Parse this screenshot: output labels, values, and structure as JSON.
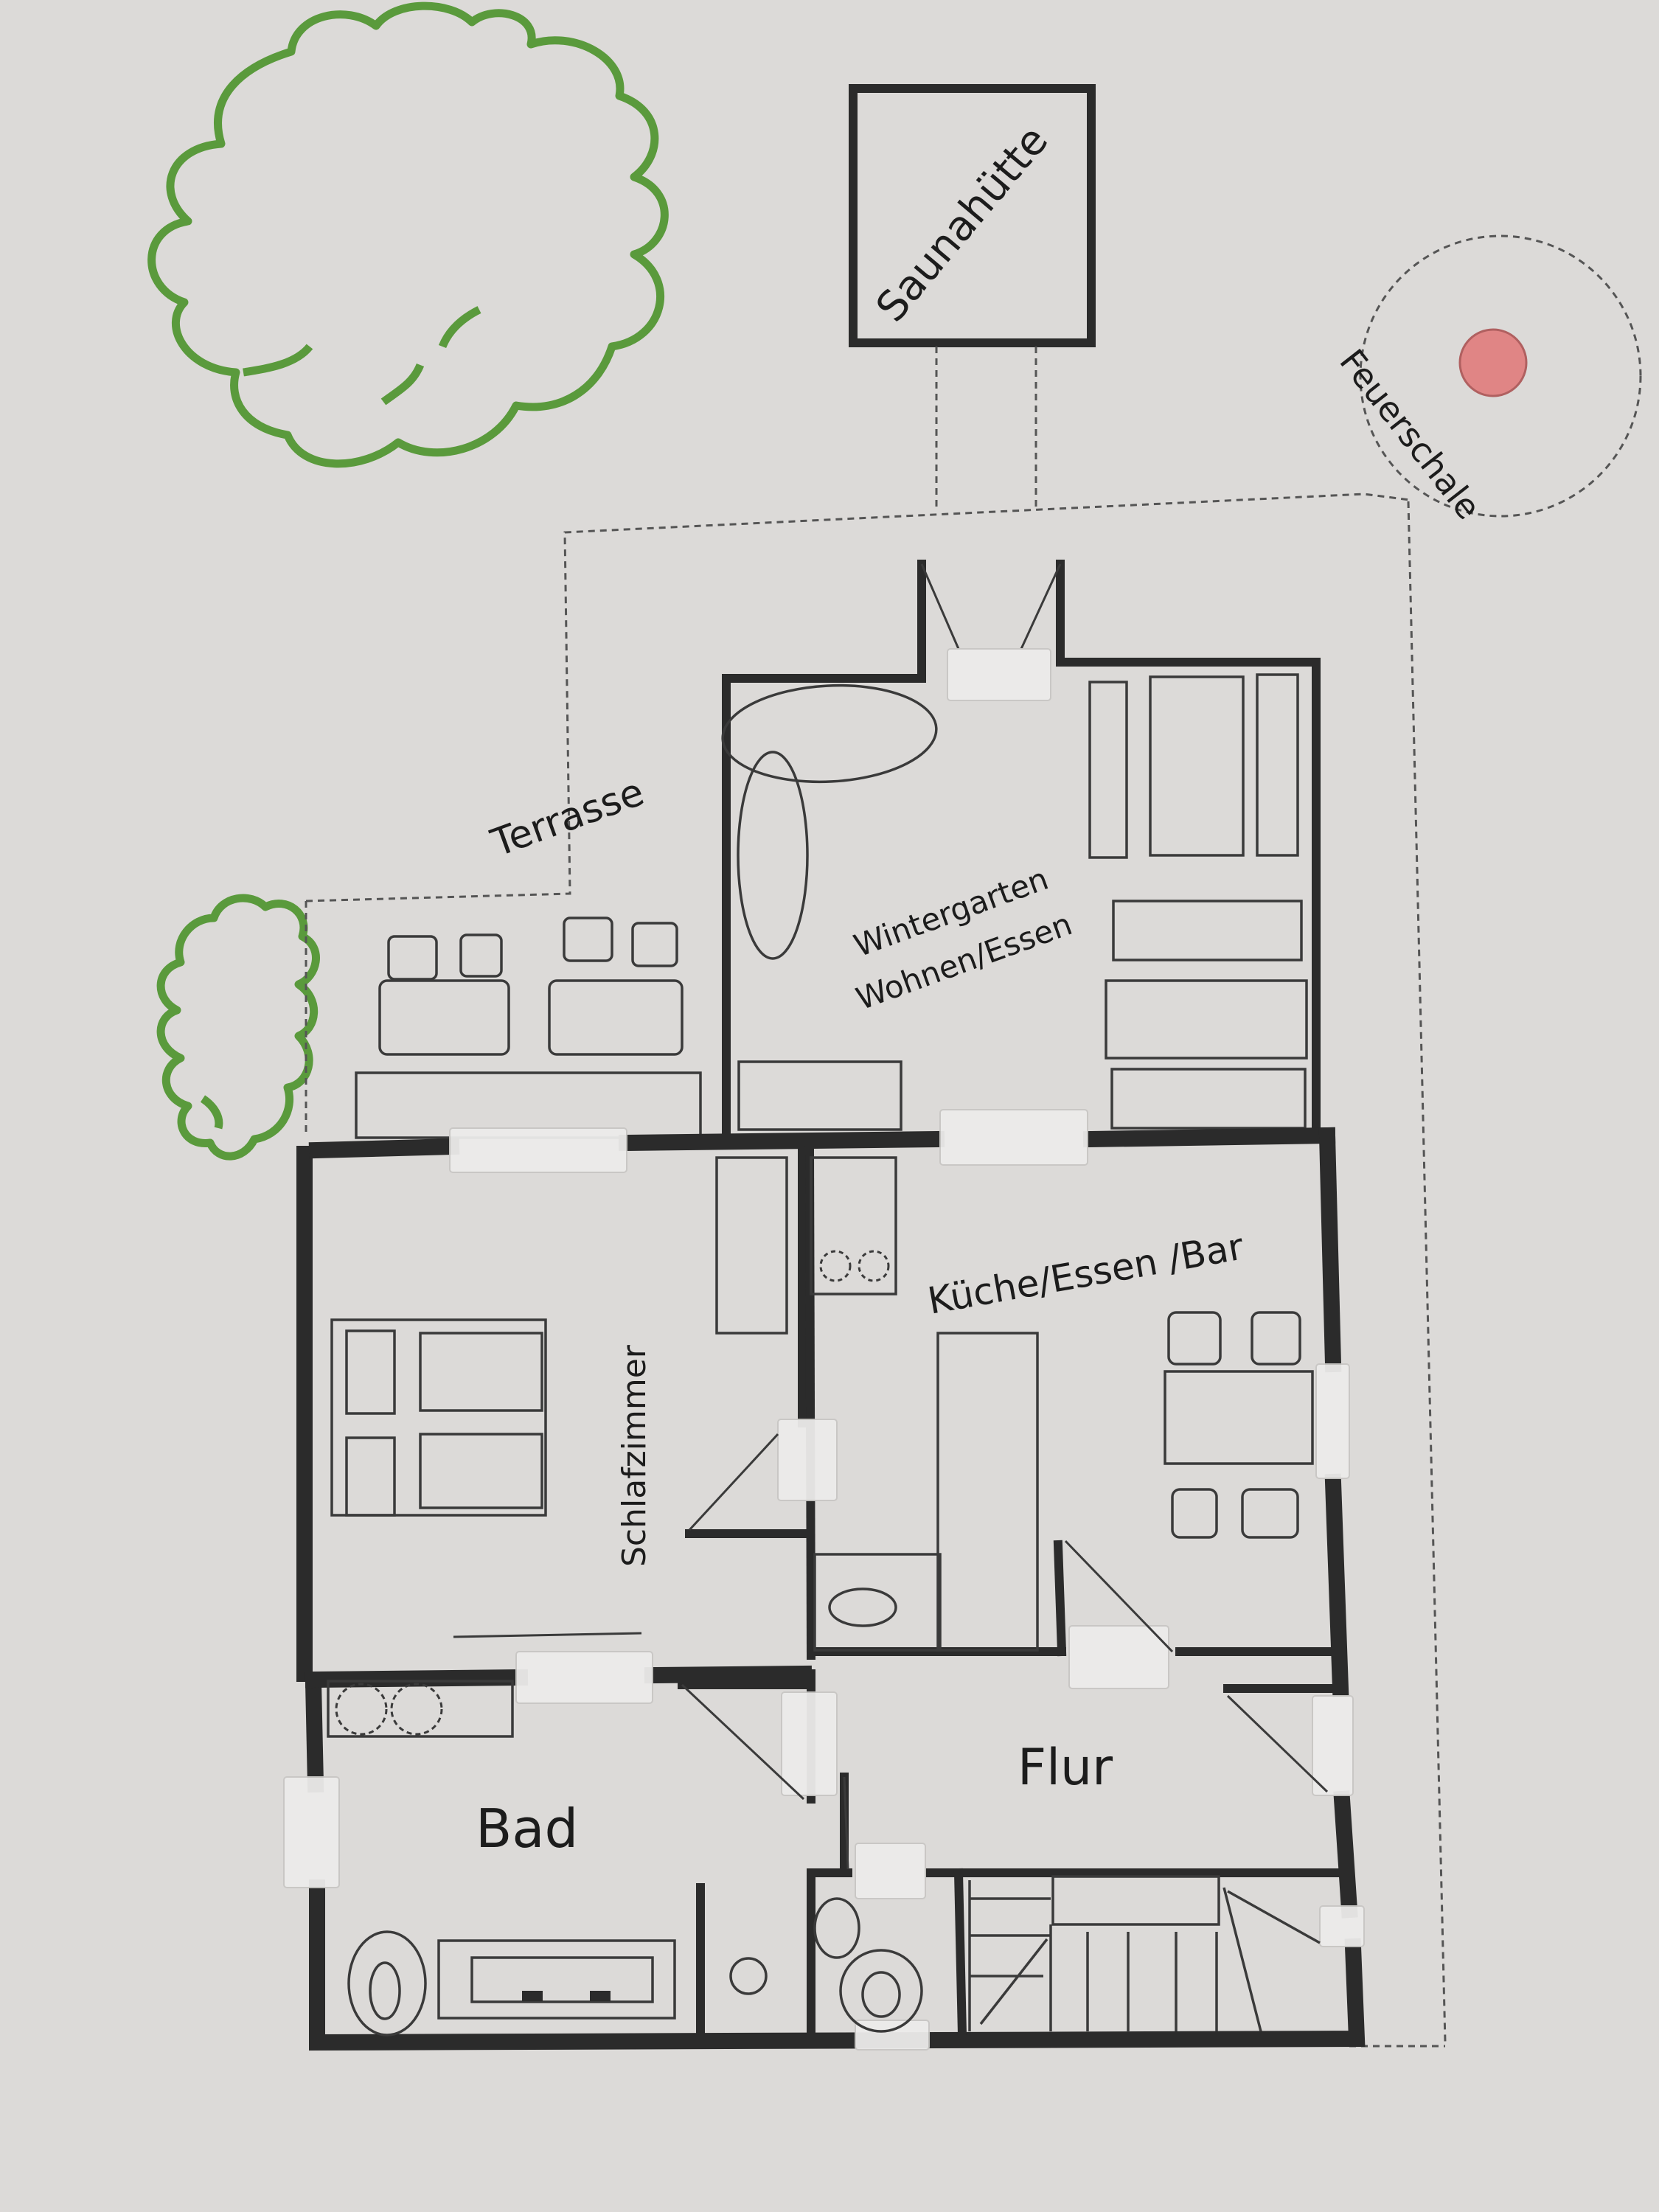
{
  "rooms": {
    "sauna": "Saunahütte",
    "fire_bowl": "Feuerschale",
    "terrace": "Terrasse",
    "conservatory_line1": "Wintergarten",
    "conservatory_line2": "Wohnen/Essen",
    "kitchen": "Küche/Essen /Bar",
    "bedroom": "Schlafzimmer",
    "bathroom": "Bad",
    "hallway": "Flur"
  },
  "colors": {
    "tree": "#5a9a3c",
    "fire_bowl": "#e08585",
    "wall": "#2b2b2b",
    "paper": "#dcdad8"
  },
  "icons": [
    "tree-large",
    "tree-small",
    "fire-bowl-dot"
  ]
}
